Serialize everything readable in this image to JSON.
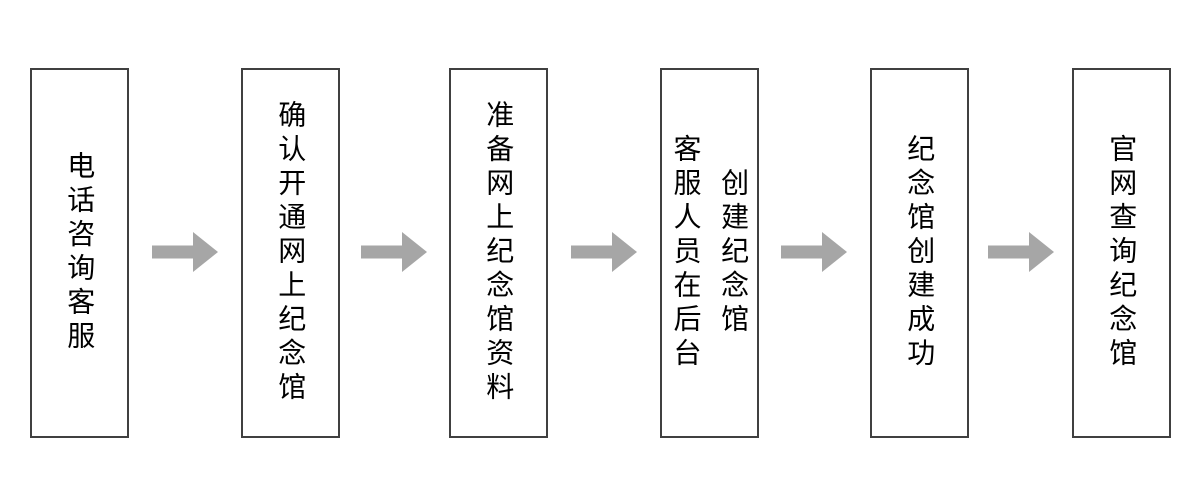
{
  "flowchart": {
    "colors": {
      "background": "#ffffff",
      "box_border": "#404040",
      "text": "#000000",
      "arrow": "#a6a6a6"
    },
    "arrow_icon": "right-arrow",
    "steps": [
      {
        "lines": [
          "电话咨询客服"
        ]
      },
      {
        "lines": [
          "确认开通网上纪念馆"
        ]
      },
      {
        "lines": [
          "准备网上纪念馆资料"
        ]
      },
      {
        "lines": [
          "客服人员在后台",
          "创建纪念馆"
        ]
      },
      {
        "lines": [
          "纪念馆创建成功"
        ]
      },
      {
        "lines": [
          "官网查询纪念馆"
        ]
      }
    ]
  }
}
